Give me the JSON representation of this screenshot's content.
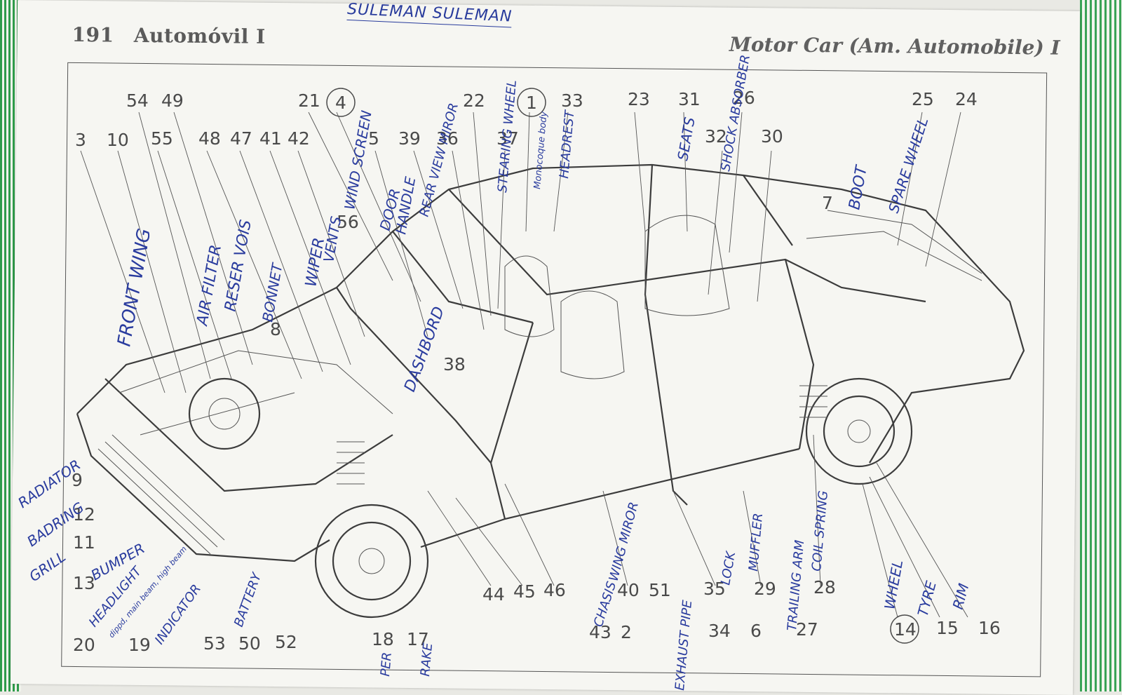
{
  "header": {
    "page_number": "191",
    "title_es": "Automóvil I",
    "title_en": "Motor Car (Am. Automobile) I",
    "handwritten_name": "SULEMAN SULEMAN"
  },
  "part_numbers": {
    "top_row_1": [
      "54",
      "49",
      "21",
      "4",
      "22",
      "1",
      "33",
      "23",
      "31",
      "26",
      "25",
      "24"
    ],
    "top_row_2": [
      "3",
      "10",
      "55",
      "48",
      "47",
      "41",
      "42",
      "5",
      "39",
      "36",
      "37",
      "32",
      "30"
    ],
    "middle": [
      "56",
      "8",
      "38",
      "7",
      "9",
      "12",
      "11",
      "13"
    ],
    "bottom": [
      "20",
      "19",
      "53",
      "50",
      "52",
      "18",
      "17",
      "44",
      "45",
      "46",
      "43",
      "2",
      "40",
      "51",
      "35",
      "34",
      "29",
      "6",
      "28",
      "27",
      "14",
      "15",
      "16"
    ]
  },
  "handwritten_labels": {
    "front_wing": "FRONT WING",
    "air_filter": "AIR FILTER",
    "reservoir": "RESER VOIS",
    "bonnet": "BONNET",
    "wiper": "WIPER",
    "vents": "VENTS",
    "windscreen": "WIND SCREEN",
    "door": "DOOR",
    "handle": "HANDLE",
    "rear_view_mirror": "REAR VIEW MIROR",
    "steering_wheel": "STEARING WHEEL",
    "monocoque_body": "Monocoque body",
    "headrest": "HEADREST",
    "seats": "SEATS",
    "shock_absorber": "SHOCK ABSORBER",
    "boot": "BOOT",
    "spare_wheel": "SPARE WHEEL",
    "dashboard": "DASHBORD",
    "radiator": "RADIATOR",
    "badring": "BADRING",
    "grill": "GRILL",
    "bumper": "BUMPER",
    "headlight": "HEADLIGHT",
    "main_beam": "dippd, main beam, high beam",
    "indicator": "INDICATOR",
    "battery": "BATTERY",
    "wiper_partial": "PER",
    "brake_partial": "RAKE",
    "chassis": "CHASIS",
    "wing_mirror": "WING MIROR",
    "exhaust_pipe": "EXHAUST PIPE",
    "lock": "LOCK",
    "muffler": "MUFFLER",
    "trailing_arm": "TRAILING ARM",
    "coil_spring": "COIL SPRING",
    "wheel": "WHEEL",
    "tyre": "TYRE",
    "rim": "RIM"
  },
  "colors": {
    "ink_blue": "#2a3c9e",
    "print_gray": "#4a4a4a",
    "stripe_green": "#2e9b4a"
  }
}
